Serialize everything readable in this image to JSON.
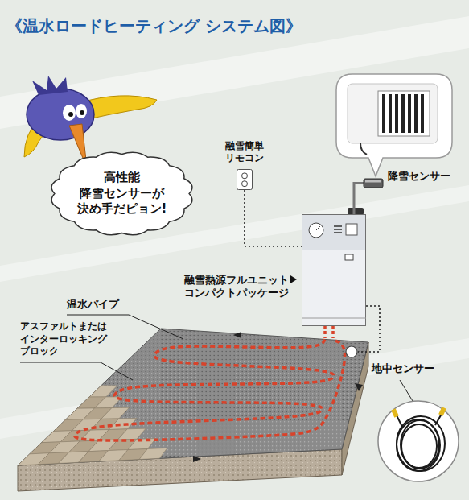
{
  "diagram": {
    "title": "《温水ロードヒーティング システム図》",
    "nodes": [
      {
        "text": [
          "高性能 降雪センサーが 決め手だピョン!"
        ]
      },
      {
        "text": [
          "融雪簡単 リモコン"
        ]
      },
      {
        "text": [
          "降雪センサー"
        ]
      },
      {
        "text": [
          "融雪熱源フルユニット コンパクトパッケージ"
        ]
      },
      {
        "text": [
          "地中センサー"
        ]
      }
    ],
    "edges": [
      {
        "from": 1,
        "to": 3,
        "arrow": "none"
      },
      {
        "from": 2,
        "to": 3,
        "arrow": "none"
      },
      {
        "from": 3,
        "to": 4,
        "arrow": "none"
      }
    ],
    "labels": [
      "温水パイプ",
      "アスファルトまたは インターロッキング ブロック"
    ]
  }
}
